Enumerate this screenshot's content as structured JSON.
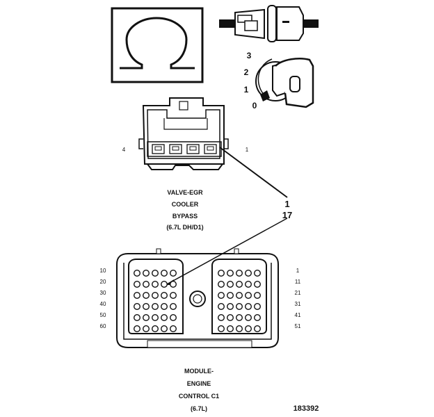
{
  "meter": {
    "symbol": "Ω",
    "key_positions": [
      "3",
      "2",
      "1",
      "0"
    ]
  },
  "egr_connector": {
    "pin_left": "4",
    "pin_right": "1",
    "label_lines": [
      "VALVE-EGR",
      "COOLER",
      "BYPASS",
      "(6.7L DH/D1)"
    ]
  },
  "callout": {
    "top": "1",
    "bottom": "17"
  },
  "ecm_connector": {
    "left_numbers": [
      "10",
      "20",
      "30",
      "40",
      "50",
      "60"
    ],
    "right_numbers": [
      "1",
      "11",
      "21",
      "31",
      "41",
      "51"
    ],
    "label_lines": [
      "MODULE-",
      "ENGINE",
      "CONTROL C1",
      "(6.7L)"
    ]
  },
  "figure_id": "183392"
}
